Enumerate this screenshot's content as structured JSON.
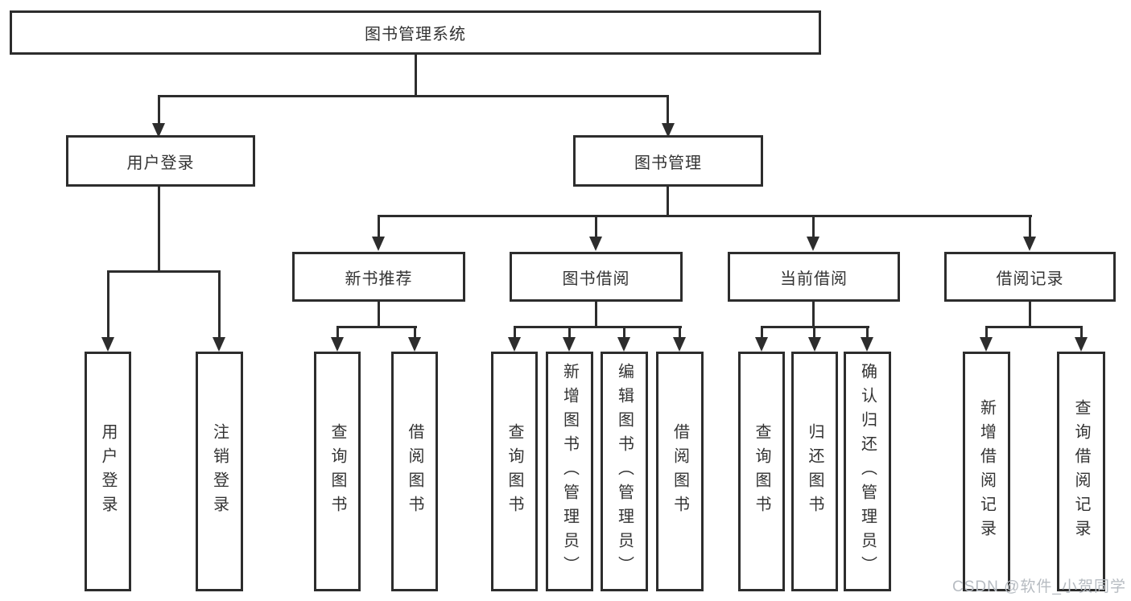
{
  "diagram": {
    "title_node": {
      "label": "图书管理系统"
    },
    "level2": [
      {
        "label": "用户登录"
      },
      {
        "label": "图书管理"
      }
    ],
    "level3": [
      {
        "label": "新书推荐"
      },
      {
        "label": "图书借阅"
      },
      {
        "label": "当前借阅"
      },
      {
        "label": "借阅记录"
      }
    ],
    "leaves": [
      {
        "label": "用户登录",
        "parent": "用户登录"
      },
      {
        "label": "注销登录",
        "parent": "用户登录"
      },
      {
        "label": "查询图书",
        "parent": "新书推荐"
      },
      {
        "label": "借阅图书",
        "parent": "新书推荐"
      },
      {
        "label": "查询图书",
        "parent": "图书借阅"
      },
      {
        "label": "新增图书（管理员）",
        "parent": "图书借阅"
      },
      {
        "label": "编辑图书（管理员）",
        "parent": "图书借阅"
      },
      {
        "label": "借阅图书",
        "parent": "图书借阅"
      },
      {
        "label": "查询图书",
        "parent": "当前借阅"
      },
      {
        "label": "归还图书",
        "parent": "当前借阅"
      },
      {
        "label": "确认归还（管理员）",
        "parent": "当前借阅"
      },
      {
        "label": "新增借阅记录",
        "parent": "借阅记录"
      },
      {
        "label": "查询借阅记录",
        "parent": "借阅记录"
      }
    ]
  },
  "watermark": {
    "text": "CSDN @软件_小贺同学"
  },
  "colors": {
    "line": "#2d2d2d",
    "text": "#333333",
    "watermark_text": "#b7bcc2",
    "background": "#ffffff"
  }
}
